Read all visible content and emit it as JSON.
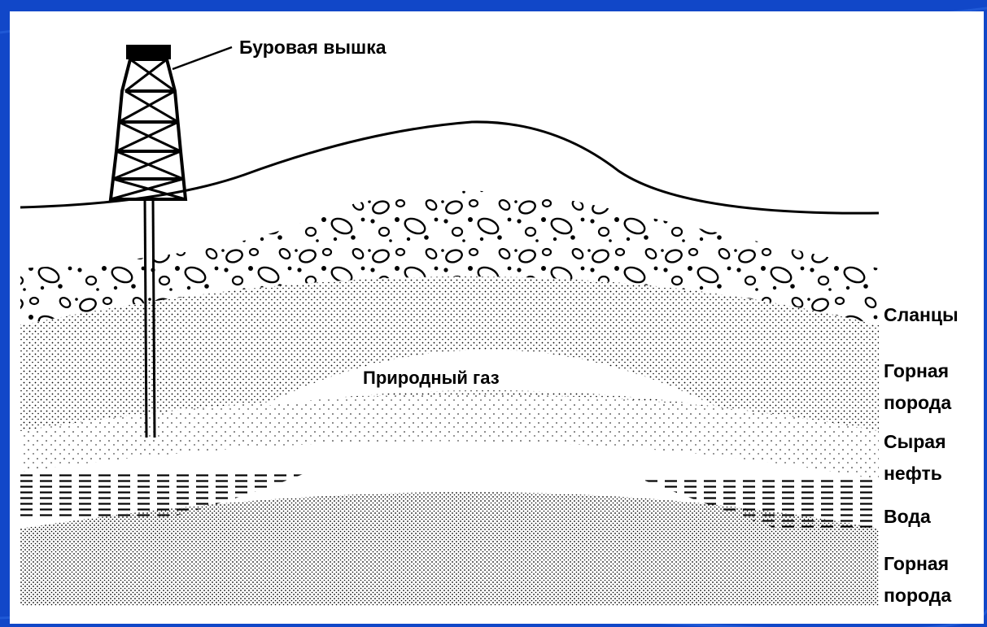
{
  "colors": {
    "slide_background": "#1147c8",
    "panel_background": "#ffffff",
    "ink": "#000000"
  },
  "diagram": {
    "rig_label": "Буровая вышка",
    "gas_label": "Природный газ",
    "layers": [
      {
        "id": "shale",
        "label": "Сланцы"
      },
      {
        "id": "rock_upper",
        "label": "Горная порода"
      },
      {
        "id": "crude_oil",
        "label": "Сырая нефть"
      },
      {
        "id": "water",
        "label": "Вода"
      },
      {
        "id": "rock_lower",
        "label": "Горная порода"
      }
    ]
  }
}
